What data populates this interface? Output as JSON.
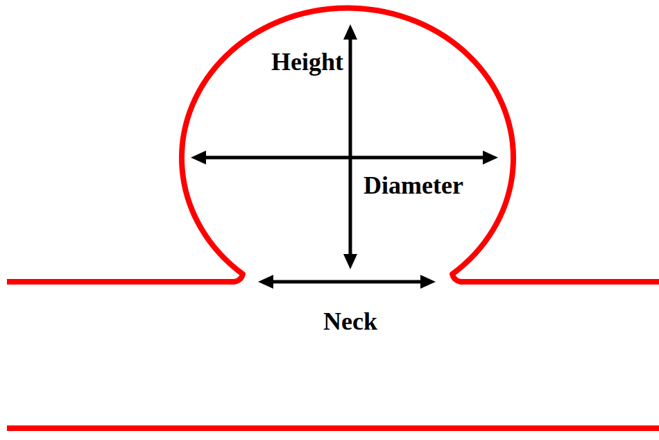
{
  "diagram": {
    "labels": [
      "Height",
      "Diameter",
      "Neck"
    ]
  }
}
